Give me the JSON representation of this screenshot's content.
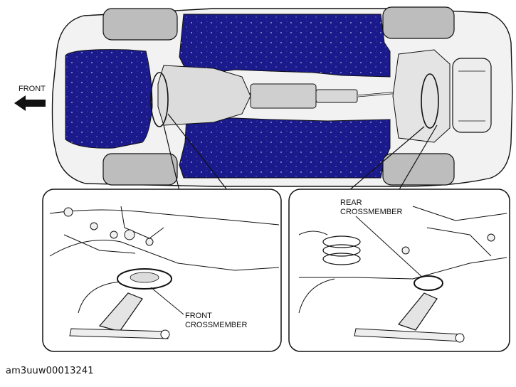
{
  "labels": {
    "front": "FRONT",
    "rear_line1": "REAR",
    "rear_line2": "CROSSMEMBER",
    "front_cm_line1": "FRONT",
    "front_cm_line2": "CROSSMEMBER"
  },
  "caption": "am3uuw00013241",
  "colors": {
    "underbody_blue": "#1a1a8c",
    "line": "#111111",
    "panel_bg": "#ffffff",
    "body_gray": "#e6e6e6",
    "tire_gray": "#bdbdbd"
  },
  "icons": {
    "front_arrow": "arrow-left-icon"
  }
}
